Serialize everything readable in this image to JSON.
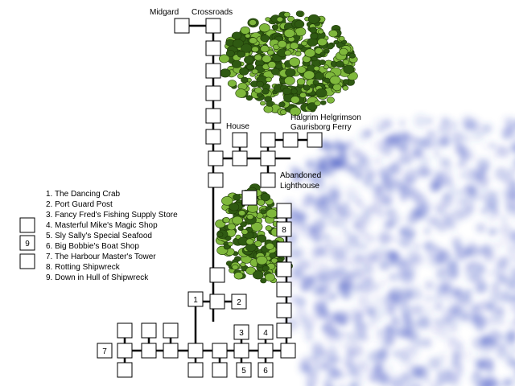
{
  "labels": {
    "midgard": "Midgard",
    "crossroads": "Crossroads",
    "house": "House",
    "ferry_line1": "Halgrim Helgrimson",
    "ferry_line2": "Gaurisborg Ferry",
    "lighthouse_line1": "Abandoned",
    "lighthouse_line2": "Lighthouse"
  },
  "legend": [
    "1. The Dancing Crab",
    "2. Port Guard Post",
    "3. Fancy Fred's Fishing Supply Store",
    "4. Masterful Mike's Magic Shop",
    "5. Sly Sally's Special Seafood",
    "6. Big Bobbie's Boat Shop",
    "7. The Harbour Master's Tower",
    "8. Rotting Shipwreck",
    "9. Down in Hull of Shipwreck"
  ],
  "room_numbers": [
    "1",
    "2",
    "3",
    "4",
    "5",
    "6",
    "7",
    "8",
    "9"
  ],
  "colors": {
    "foliage_dark": "#2f5a12",
    "foliage_light": "#7fb83c",
    "water": "#3c4fc0",
    "room_border": "#000000"
  }
}
